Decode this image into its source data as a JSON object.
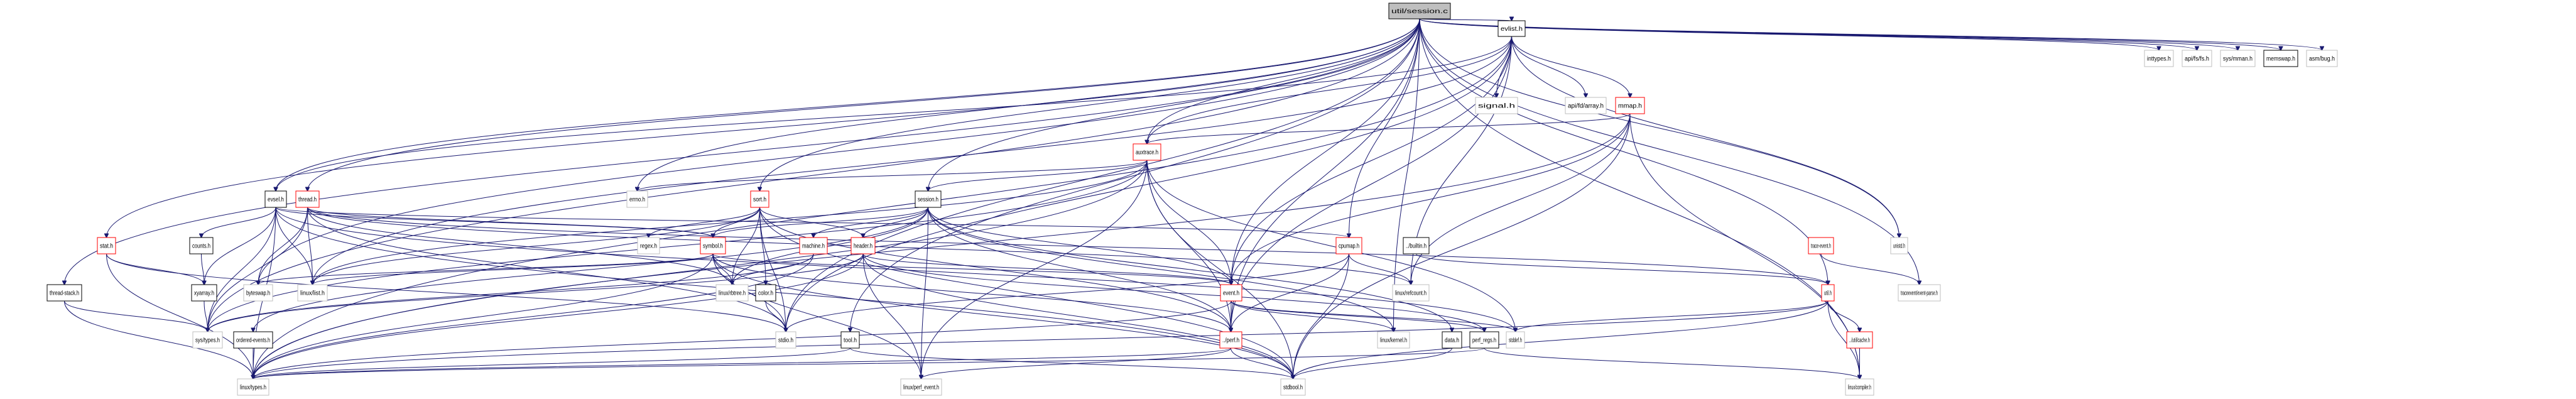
{
  "graph": {
    "title": "util/session.c",
    "root": "util/session.c",
    "colors": {
      "edge": "#191970",
      "root_fill": "#bfbfbf",
      "root_border": "#000000",
      "documented_border": "#000000",
      "truncated_border": "#ff0000",
      "external_border": "#bfbfbf",
      "node_fill": "#ffffff"
    },
    "nodes": [
      {
        "id": "session_c",
        "label": "util/session.c",
        "kind": "root"
      },
      {
        "id": "evlist_h",
        "label": "evlist.h",
        "kind": "documented"
      },
      {
        "id": "inttypes_h",
        "label": "inttypes.h",
        "kind": "external"
      },
      {
        "id": "apifsfs_h",
        "label": "api/fs/fs.h",
        "kind": "external"
      },
      {
        "id": "sysmman_h",
        "label": "sys/mman.h",
        "kind": "external"
      },
      {
        "id": "memswap_h",
        "label": "memswap.h",
        "kind": "documented"
      },
      {
        "id": "asmbug_h",
        "label": "asm/bug.h",
        "kind": "external"
      },
      {
        "id": "signal_h",
        "label": "signal.h",
        "kind": "external"
      },
      {
        "id": "apifdarray_h",
        "label": "api/fd/array.h",
        "kind": "external"
      },
      {
        "id": "mmap_h",
        "label": "mmap.h",
        "kind": "truncated"
      },
      {
        "id": "auxtrace_h",
        "label": "auxtrace.h",
        "kind": "truncated"
      },
      {
        "id": "errno_h",
        "label": "errno.h",
        "kind": "external"
      },
      {
        "id": "sort_h",
        "label": "sort.h",
        "kind": "truncated"
      },
      {
        "id": "session_h",
        "label": "session.h",
        "kind": "documented"
      },
      {
        "id": "evsel_h",
        "label": "evsel.h",
        "kind": "documented"
      },
      {
        "id": "thread_h",
        "label": "thread.h",
        "kind": "truncated"
      },
      {
        "id": "stat_h",
        "label": "stat.h",
        "kind": "truncated"
      },
      {
        "id": "counts_h",
        "label": "counts.h",
        "kind": "documented"
      },
      {
        "id": "regex_h",
        "label": "regex.h",
        "kind": "external"
      },
      {
        "id": "symbol_h",
        "label": "symbol.h",
        "kind": "truncated"
      },
      {
        "id": "machine_h",
        "label": "machine.h",
        "kind": "truncated"
      },
      {
        "id": "header_h",
        "label": "header.h",
        "kind": "truncated"
      },
      {
        "id": "cpumap_h",
        "label": "cpumap.h",
        "kind": "truncated"
      },
      {
        "id": "builtin_h",
        "label": "../builtin.h",
        "kind": "documented"
      },
      {
        "id": "traceevent_h",
        "label": "trace-event.h",
        "kind": "truncated"
      },
      {
        "id": "unistd_h",
        "label": "unistd.h",
        "kind": "external"
      },
      {
        "id": "threadstack_h",
        "label": "thread-stack.h",
        "kind": "documented"
      },
      {
        "id": "xyarray_h",
        "label": "xyarray.h",
        "kind": "documented"
      },
      {
        "id": "byteswap_h",
        "label": "byteswap.h",
        "kind": "external"
      },
      {
        "id": "linuxlist_h",
        "label": "linux/list.h",
        "kind": "external"
      },
      {
        "id": "linuxrbtree_h",
        "label": "linux/rbtree.h",
        "kind": "external"
      },
      {
        "id": "color_h",
        "label": "color.h",
        "kind": "documented"
      },
      {
        "id": "event_h",
        "label": "event.h",
        "kind": "truncated"
      },
      {
        "id": "linuxrefcount_h",
        "label": "linux/refcount.h",
        "kind": "external"
      },
      {
        "id": "util_h",
        "label": "util.h",
        "kind": "truncated"
      },
      {
        "id": "eventparse_h",
        "label": "traceevent/event-parse.h",
        "kind": "external"
      },
      {
        "id": "systypes_h",
        "label": "sys/types.h",
        "kind": "external"
      },
      {
        "id": "orderedevents_h",
        "label": "ordered-events.h",
        "kind": "documented"
      },
      {
        "id": "stdio_h",
        "label": "stdio.h",
        "kind": "external"
      },
      {
        "id": "tool_h",
        "label": "tool.h",
        "kind": "documented"
      },
      {
        "id": "perf_h",
        "label": "../perf.h",
        "kind": "truncated"
      },
      {
        "id": "linuxkernel_h",
        "label": "linux/kernel.h",
        "kind": "external"
      },
      {
        "id": "data_h",
        "label": "data.h",
        "kind": "documented"
      },
      {
        "id": "perfregs_h",
        "label": "perf_regs.h",
        "kind": "documented"
      },
      {
        "id": "stddef_h",
        "label": "stddef.h",
        "kind": "external"
      },
      {
        "id": "utilcache_h",
        "label": "../util/cache.h",
        "kind": "truncated"
      },
      {
        "id": "linuxtypes_h",
        "label": "linux/types.h",
        "kind": "external"
      },
      {
        "id": "linuxperfevent_h",
        "label": "linux/perf_event.h",
        "kind": "external"
      },
      {
        "id": "stdbool_h",
        "label": "stdbool.h",
        "kind": "external"
      },
      {
        "id": "linuxcompiler_h",
        "label": "linux/compiler.h",
        "kind": "external"
      }
    ],
    "edges": [
      [
        "session_c",
        "evlist_h"
      ],
      [
        "session_c",
        "inttypes_h"
      ],
      [
        "session_c",
        "apifsfs_h"
      ],
      [
        "session_c",
        "sysmman_h"
      ],
      [
        "session_c",
        "memswap_h"
      ],
      [
        "session_c",
        "asmbug_h"
      ],
      [
        "session_c",
        "auxtrace_h"
      ],
      [
        "session_c",
        "session_h"
      ],
      [
        "session_c",
        "sort_h"
      ],
      [
        "session_c",
        "evsel_h"
      ],
      [
        "session_c",
        "thread_h"
      ],
      [
        "session_c",
        "stat_h"
      ],
      [
        "session_c",
        "errno_h"
      ],
      [
        "session_c",
        "threadstack_h"
      ],
      [
        "session_c",
        "cpumap_h"
      ],
      [
        "session_c",
        "unistd_h"
      ],
      [
        "session_c",
        "util_h"
      ],
      [
        "session_c",
        "event_h"
      ],
      [
        "session_c",
        "perf_h"
      ],
      [
        "session_c",
        "tool_h"
      ],
      [
        "session_c",
        "byteswap_h"
      ],
      [
        "session_c",
        "systypes_h"
      ],
      [
        "session_c",
        "linuxcompiler_h"
      ],
      [
        "session_c",
        "eventparse_h"
      ],
      [
        "session_c",
        "stdio_h"
      ],
      [
        "session_c",
        "linuxkernel_h"
      ],
      [
        "evlist_h",
        "signal_h"
      ],
      [
        "evlist_h",
        "apifdarray_h"
      ],
      [
        "evlist_h",
        "mmap_h"
      ],
      [
        "evlist_h",
        "auxtrace_h"
      ],
      [
        "evlist_h",
        "evsel_h"
      ],
      [
        "evlist_h",
        "linuxlist_h"
      ],
      [
        "evlist_h",
        "linuxrefcount_h"
      ],
      [
        "evlist_h",
        "unistd_h"
      ],
      [
        "evlist_h",
        "stdio_h"
      ],
      [
        "evlist_h",
        "event_h"
      ],
      [
        "evlist_h",
        "perf_h"
      ],
      [
        "evlist_h",
        "linuxtypes_h"
      ],
      [
        "mmap_h",
        "auxtrace_h"
      ],
      [
        "mmap_h",
        "linuxrefcount_h"
      ],
      [
        "mmap_h",
        "event_h"
      ],
      [
        "mmap_h",
        "linuxcompiler_h"
      ],
      [
        "mmap_h",
        "stdbool_h"
      ],
      [
        "mmap_h",
        "linuxtypes_h"
      ],
      [
        "auxtrace_h",
        "session_h"
      ],
      [
        "auxtrace_h",
        "errno_h"
      ],
      [
        "auxtrace_h",
        "event_h"
      ],
      [
        "auxtrace_h",
        "perf_h"
      ],
      [
        "auxtrace_h",
        "linuxlist_h"
      ],
      [
        "auxtrace_h",
        "linuxtypes_h"
      ],
      [
        "auxtrace_h",
        "stdbool_h"
      ],
      [
        "auxtrace_h",
        "stddef_h"
      ],
      [
        "auxtrace_h",
        "linuxperfevent_h"
      ],
      [
        "auxtrace_h",
        "systypes_h"
      ],
      [
        "sort_h",
        "regex_h"
      ],
      [
        "sort_h",
        "symbol_h"
      ],
      [
        "sort_h",
        "header_h"
      ],
      [
        "sort_h",
        "linuxrbtree_h"
      ],
      [
        "sort_h",
        "color_h"
      ],
      [
        "sort_h",
        "stdio_h"
      ],
      [
        "sort_h",
        "linuxlist_h"
      ],
      [
        "sort_h",
        "stdbool_h"
      ],
      [
        "sort_h",
        "perf_h"
      ],
      [
        "session_h",
        "machine_h"
      ],
      [
        "session_h",
        "header_h"
      ],
      [
        "session_h",
        "symbol_h"
      ],
      [
        "session_h",
        "event_h"
      ],
      [
        "session_h",
        "data_h"
      ],
      [
        "session_h",
        "orderedevents_h"
      ],
      [
        "session_h",
        "linuxkernel_h"
      ],
      [
        "session_h",
        "linuxrbtree_h"
      ],
      [
        "session_h",
        "linuxperfevent_h"
      ],
      [
        "session_h",
        "perf_h"
      ],
      [
        "evsel_h",
        "counts_h"
      ],
      [
        "evsel_h",
        "xyarray_h"
      ],
      [
        "evsel_h",
        "systypes_h"
      ],
      [
        "evsel_h",
        "linuxlist_h"
      ],
      [
        "evsel_h",
        "cpumap_h"
      ],
      [
        "evsel_h",
        "symbol_h"
      ],
      [
        "evsel_h",
        "stdbool_h"
      ],
      [
        "evsel_h",
        "stddef_h"
      ],
      [
        "evsel_h",
        "linuxtypes_h"
      ],
      [
        "thread_h",
        "linuxlist_h"
      ],
      [
        "thread_h",
        "symbol_h"
      ],
      [
        "thread_h",
        "byteswap_h"
      ],
      [
        "thread_h",
        "linuxrbtree_h"
      ],
      [
        "thread_h",
        "linuxrefcount_h"
      ],
      [
        "thread_h",
        "systypes_h"
      ],
      [
        "thread_h",
        "stdio_h"
      ],
      [
        "thread_h",
        "util_h"
      ],
      [
        "stat_h",
        "xyarray_h"
      ],
      [
        "stat_h",
        "stdio_h"
      ],
      [
        "stat_h",
        "linuxtypes_h"
      ],
      [
        "counts_h",
        "xyarray_h"
      ],
      [
        "xyarray_h",
        "systypes_h"
      ],
      [
        "symbol_h",
        "linuxrbtree_h"
      ],
      [
        "symbol_h",
        "stdio_h"
      ],
      [
        "symbol_h",
        "linuxlist_h"
      ],
      [
        "symbol_h",
        "linuxtypes_h"
      ],
      [
        "symbol_h",
        "byteswap_h"
      ],
      [
        "symbol_h",
        "event_h"
      ],
      [
        "symbol_h",
        "stdbool_h"
      ],
      [
        "symbol_h",
        "perf_h"
      ],
      [
        "symbol_h",
        "linuxperfevent_h"
      ],
      [
        "machine_h",
        "systypes_h"
      ],
      [
        "machine_h",
        "linuxrbtree_h"
      ],
      [
        "machine_h",
        "linuxtypes_h"
      ],
      [
        "header_h",
        "linuxperfevent_h"
      ],
      [
        "header_h",
        "systypes_h"
      ],
      [
        "header_h",
        "stdbool_h"
      ],
      [
        "header_h",
        "linuxtypes_h"
      ],
      [
        "header_h",
        "event_h"
      ],
      [
        "header_h",
        "perfregs_h"
      ],
      [
        "cpumap_h",
        "linuxrefcount_h"
      ],
      [
        "cpumap_h",
        "stdio_h"
      ],
      [
        "cpumap_h",
        "perf_h"
      ],
      [
        "cpumap_h",
        "stdbool_h"
      ],
      [
        "builtin_h",
        "util_h"
      ],
      [
        "traceevent_h",
        "eventparse_h"
      ],
      [
        "event_h",
        "perf_h"
      ],
      [
        "event_h",
        "linuxkernel_h"
      ],
      [
        "event_h",
        "perfregs_h"
      ],
      [
        "event_h",
        "stddef_h"
      ],
      [
        "event_h",
        "linuxtypes_h"
      ],
      [
        "util_h",
        "stddef_h"
      ],
      [
        "util_h",
        "utilcache_h"
      ],
      [
        "util_h",
        "linuxcompiler_h"
      ],
      [
        "util_h",
        "stdbool_h"
      ],
      [
        "util_h",
        "linuxtypes_h"
      ],
      [
        "utilcache_h",
        "linuxcompiler_h"
      ],
      [
        "orderedevents_h",
        "linuxtypes_h"
      ],
      [
        "color_h",
        "stdio_h"
      ],
      [
        "tool_h",
        "linuxtypes_h"
      ],
      [
        "tool_h",
        "stdbool_h"
      ],
      [
        "perf_h",
        "linuxperfevent_h"
      ],
      [
        "perf_h",
        "stdbool_h"
      ],
      [
        "perf_h",
        "linuxtypes_h"
      ],
      [
        "data_h",
        "stdbool_h"
      ],
      [
        "perfregs_h",
        "linuxcompiler_h"
      ],
      [
        "perfregs_h",
        "linuxtypes_h"
      ],
      [
        "threadstack_h",
        "systypes_h"
      ],
      [
        "threadstack_h",
        "linuxtypes_h"
      ]
    ]
  }
}
